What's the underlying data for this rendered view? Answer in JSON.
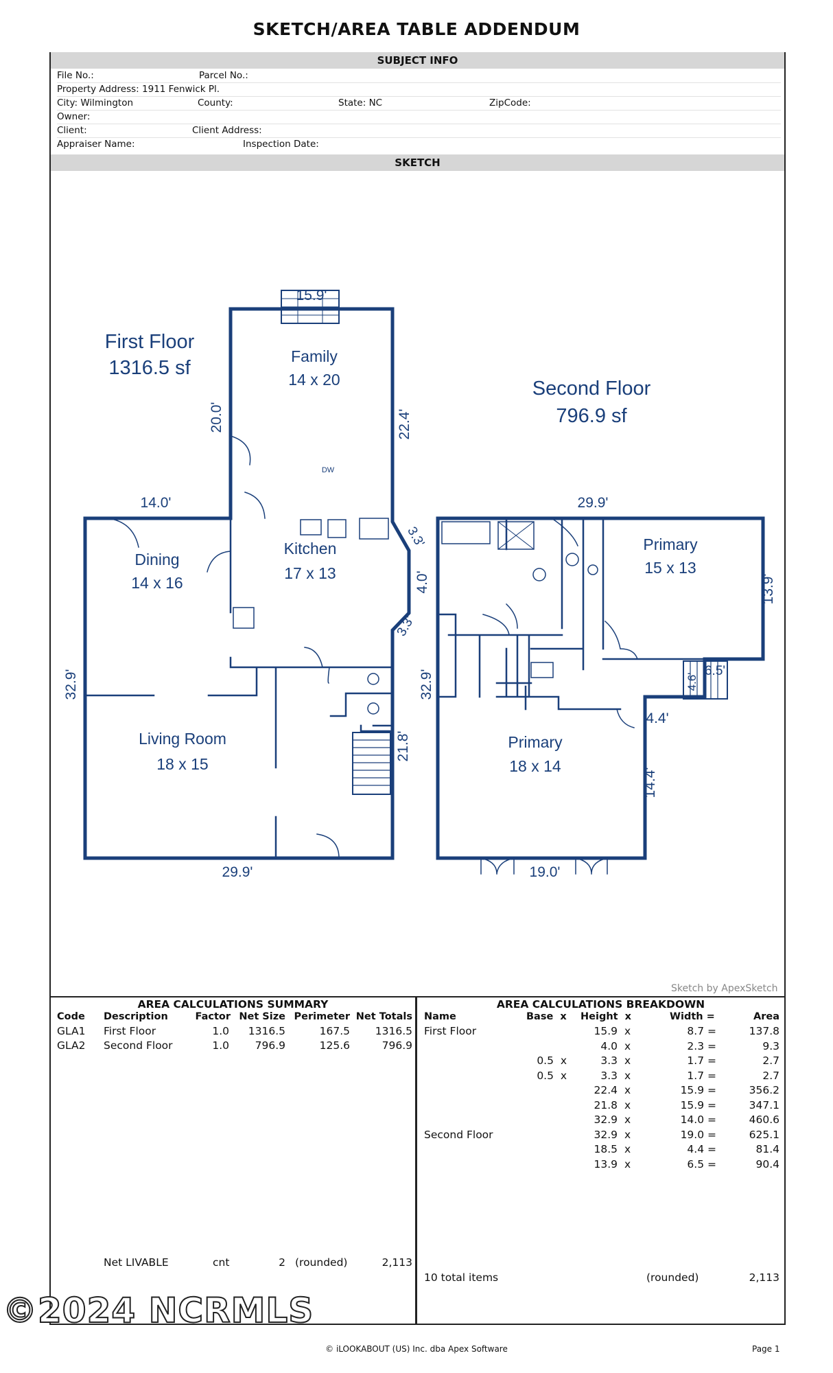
{
  "title": "SKETCH/AREA TABLE ADDENDUM",
  "subject_info": {
    "header": "SUBJECT INFO",
    "file_no": "File No.:",
    "parcel_no": "Parcel No.:",
    "property_address": "Property Address: 1911 Fenwick Pl.",
    "city": "City: Wilmington",
    "county": "County:",
    "state": "State: NC",
    "zip": "ZipCode:",
    "owner": "Owner:",
    "client": "Client:",
    "client_address": "Client Address:",
    "appraiser": "Appraiser Name:",
    "inspection_date": "Inspection Date:"
  },
  "sketch": {
    "header": "SKETCH",
    "credit": "Sketch by ApexSketch",
    "first_floor": {
      "name": "First Floor",
      "area": "1316.5 sf",
      "rooms": [
        {
          "name": "Family",
          "size": "14 x 20"
        },
        {
          "name": "Dining",
          "size": "14 x 16"
        },
        {
          "name": "Kitchen",
          "size": "17 x 13"
        },
        {
          "name": "Living Room",
          "size": "18 x 15"
        }
      ],
      "dims": [
        "15.9'",
        "20.0'",
        "22.4'",
        "14.0'",
        "3.3'",
        "4.0'",
        "3.3'",
        "32.9'",
        "21.8'",
        "29.9'"
      ],
      "dw": "DW"
    },
    "second_floor": {
      "name": "Second Floor",
      "area": "796.9 sf",
      "rooms": [
        {
          "name": "Primary",
          "size": "15 x 13"
        },
        {
          "name": "Primary",
          "size": "18 x 14"
        }
      ],
      "dims": [
        "29.9'",
        "13.9'",
        "6.5'",
        "4.6'",
        "4.4'",
        "32.9'",
        "14.4'",
        "19.0'"
      ]
    }
  },
  "summary": {
    "header": "AREA CALCULATIONS SUMMARY",
    "columns": [
      "Code",
      "Description",
      "Factor",
      "Net Size",
      "Perimeter",
      "Net Totals"
    ],
    "rows": [
      [
        "GLA1",
        "First Floor",
        "1.0",
        "1316.5",
        "167.5",
        "1316.5"
      ],
      [
        "GLA2",
        "Second Floor",
        "1.0",
        "796.9",
        "125.6",
        "796.9"
      ]
    ],
    "net_label": "Net LIVABLE",
    "net_cnt": "cnt",
    "net_count": "2",
    "net_rounded": "(rounded)",
    "net_total": "2,113"
  },
  "breakdown": {
    "header": "AREA CALCULATIONS BREAKDOWN",
    "columns": [
      "Name",
      "Base  x",
      "Height  x",
      "Width  =",
      "Area"
    ],
    "rows": [
      [
        "First Floor",
        "",
        "15.9",
        "x",
        "8.7 =",
        "137.8"
      ],
      [
        "",
        "",
        "4.0",
        "x",
        "2.3 =",
        "9.3"
      ],
      [
        "",
        "0.5  x",
        "3.3",
        "x",
        "1.7 =",
        "2.7"
      ],
      [
        "",
        "0.5  x",
        "3.3",
        "x",
        "1.7 =",
        "2.7"
      ],
      [
        "",
        "",
        "22.4",
        "x",
        "15.9 =",
        "356.2"
      ],
      [
        "",
        "",
        "21.8",
        "x",
        "15.9 =",
        "347.1"
      ],
      [
        "",
        "",
        "32.9",
        "x",
        "14.0 =",
        "460.6"
      ],
      [
        "Second Floor",
        "",
        "32.9",
        "x",
        "19.0 =",
        "625.1"
      ],
      [
        "",
        "",
        "18.5",
        "x",
        "4.4 =",
        "81.4"
      ],
      [
        "",
        "",
        "13.9",
        "x",
        "6.5 =",
        "90.4"
      ]
    ],
    "total_label": "10 total items",
    "total_rounded": "(rounded)",
    "total_value": "2,113"
  },
  "footer": {
    "copyright": "© iLOOKABOUT (US) Inc. dba Apex Software",
    "page": "Page 1",
    "watermark": "©2024 NCRMLS"
  }
}
